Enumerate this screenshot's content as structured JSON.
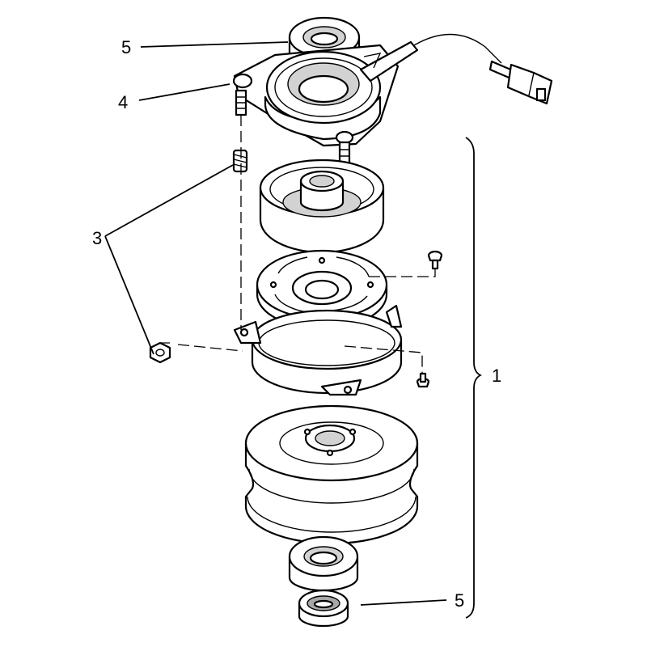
{
  "callouts": {
    "top_bearing": "5",
    "field_coil": "4",
    "spring_kit": "3",
    "clutch_assembly": "1",
    "bottom_bearing": "5"
  }
}
